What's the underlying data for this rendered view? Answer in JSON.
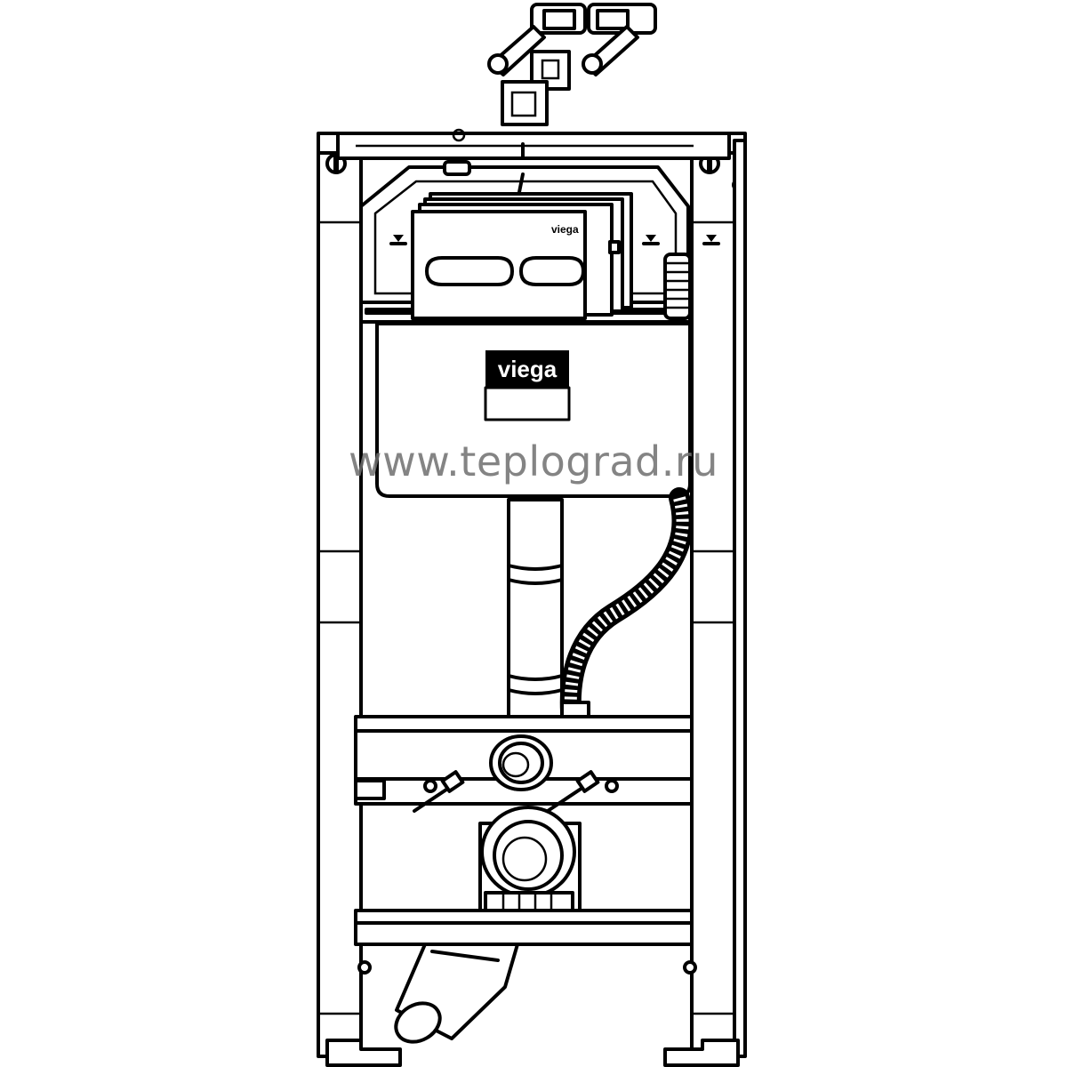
{
  "brand": {
    "logo_text": "viega",
    "plate_text": "viega"
  },
  "watermark": {
    "text": "www.teplograd.ru"
  },
  "colors": {
    "line": "#000000",
    "background": "#ffffff",
    "watermark": "#6e6e6e"
  },
  "icons": {
    "level_marker": "triangle-down-icon"
  }
}
